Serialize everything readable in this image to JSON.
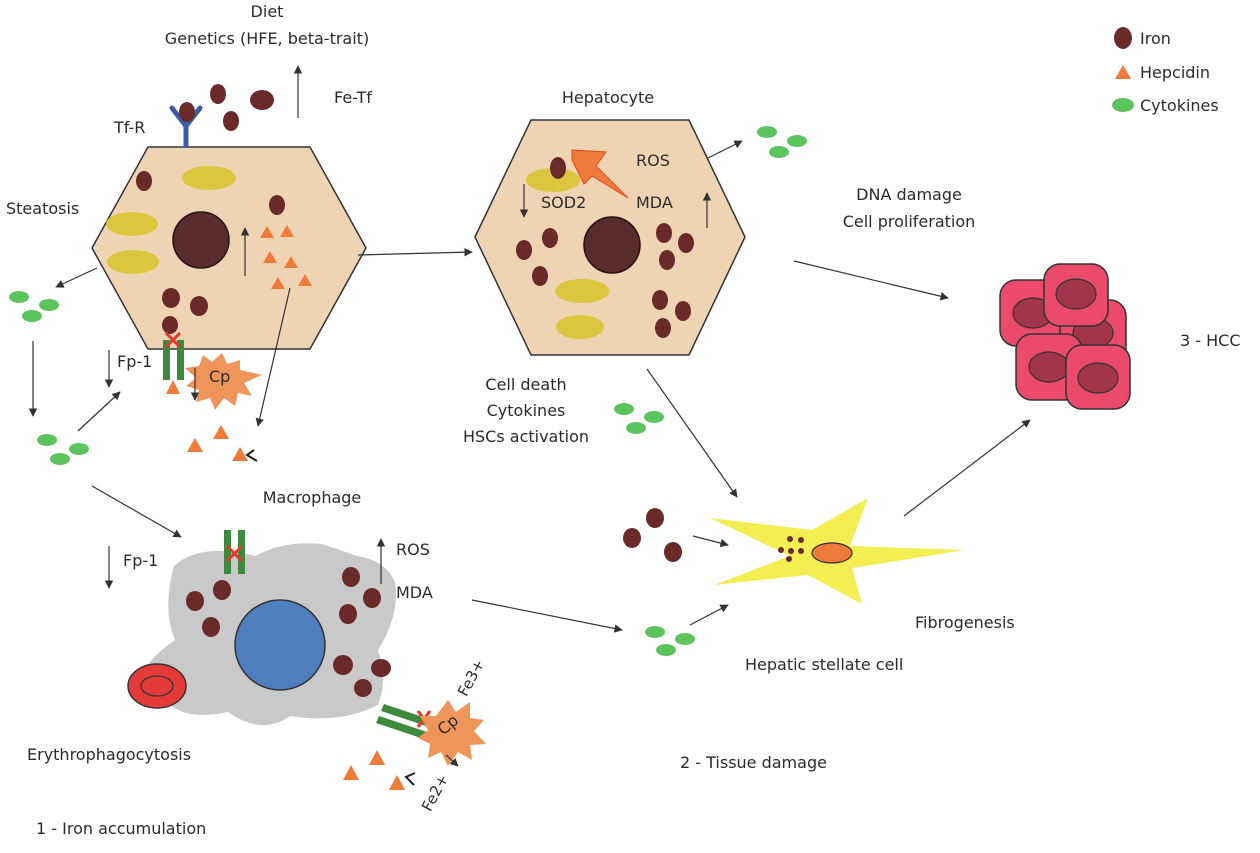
{
  "legend": {
    "items": [
      {
        "label": "Iron",
        "icon": "iron-dot-icon",
        "color": "#6b2a2a"
      },
      {
        "label": "Hepcidin",
        "icon": "hepcidin-triangle-icon",
        "color": "#f07a3a"
      },
      {
        "label": "Cytokines",
        "icon": "cytokine-ellipse-icon",
        "color": "#5cc45c"
      }
    ]
  },
  "labels": {
    "diet": "Diet",
    "genetics": "Genetics (HFE, beta-trait)",
    "fe_tf": "Fe-Tf",
    "tf_r": "Tf-R",
    "steatosis": "Steatosis",
    "fp1_top": "Fp-1",
    "cp_top": "Cp",
    "hepatocyte": "Hepatocyte",
    "ros_top": "ROS",
    "sod2": "SOD2",
    "mda_top": "MDA",
    "dna_damage": "DNA damage",
    "cell_proliferation": "Cell proliferation",
    "hcc": "3 - HCC",
    "cell_death": "Cell death",
    "cytokines": "Cytokines",
    "hsc_activation": "HSCs activation",
    "macrophage": "Macrophage",
    "fp1_bottom": "Fp-1",
    "ros_bottom": "ROS",
    "mda_bottom": "MDA",
    "fe3": "Fe3+",
    "fe2": "Fe2+",
    "cp_bottom": "Cp",
    "fibrogenesis": "Fibrogenesis",
    "hepatic_stellate_cell": "Hepatic stellate cell",
    "erythrophagocytosis": "Erythrophagocytosis",
    "tissue_damage": "2 - Tissue damage",
    "iron_accumulation": "1 - Iron accumulation"
  },
  "colors": {
    "iron": "#6b2a2a",
    "hepcidin": "#f07a3a",
    "cytokine": "#5cc45c",
    "hepatocyte_fill": "#efd4b4",
    "lipid": "#dcc63e",
    "nucleus": "#5a2c2c",
    "macrophage_fill": "#c9c9c9",
    "macrophage_nucleus": "#4f7fbf",
    "transferrin_receptor": "#3a5ca8",
    "ferroportin": "#3d8a3d",
    "blocked_mark": "#e03a2a",
    "ceruloplasmin": "#f0955a",
    "stellate_fill": "#f3ee52",
    "stellate_nucleus": "#f07a3a",
    "hcc_cell": "#ec4a6a",
    "hcc_nucleus": "#a3354a",
    "erythrocyte": "#e53a3a"
  }
}
